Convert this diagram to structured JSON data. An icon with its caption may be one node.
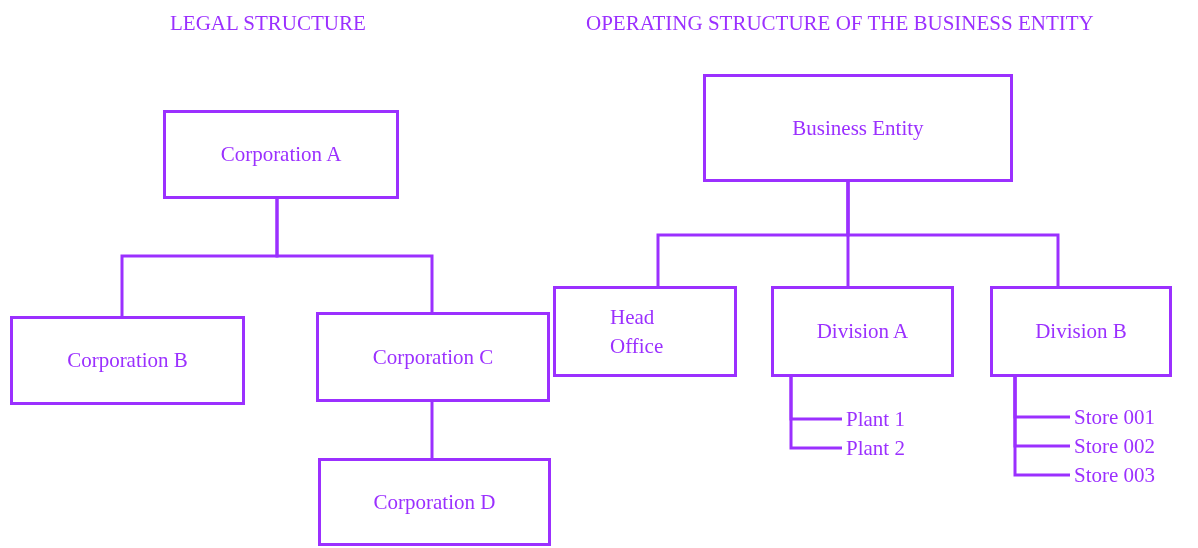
{
  "diagram": {
    "nodes": [
      {
        "text": [
          "Corporation A"
        ]
      },
      {
        "text": [
          "Corporation B"
        ]
      },
      {
        "text": [
          "Corporation C"
        ]
      },
      {
        "text": [
          "Corporation D"
        ]
      },
      {
        "text": [
          "Business Entity"
        ]
      },
      {
        "text": [
          "Head Office"
        ]
      },
      {
        "text": [
          "Division A"
        ]
      },
      {
        "text": [
          "Division B"
        ]
      },
      {
        "text": [
          "Plant 1"
        ]
      },
      {
        "text": [
          "Plant 2"
        ]
      },
      {
        "text": [
          "Store 001"
        ]
      },
      {
        "text": [
          "Store 002"
        ]
      },
      {
        "text": [
          "Store 003"
        ]
      }
    ],
    "edges": [
      {
        "from": 0,
        "to": 1,
        "arrow": "none"
      },
      {
        "from": 0,
        "to": 2,
        "arrow": "none"
      },
      {
        "from": 2,
        "to": 3,
        "arrow": "none"
      },
      {
        "from": 4,
        "to": 5,
        "arrow": "none"
      },
      {
        "from": 4,
        "to": 6,
        "arrow": "none"
      },
      {
        "from": 4,
        "to": 7,
        "arrow": "none"
      },
      {
        "from": 6,
        "to": 8,
        "arrow": "none"
      },
      {
        "from": 6,
        "to": 9,
        "arrow": "none"
      },
      {
        "from": 7,
        "to": 10,
        "arrow": "none"
      },
      {
        "from": 7,
        "to": 11,
        "arrow": "none"
      },
      {
        "from": 7,
        "to": 12,
        "arrow": "none"
      }
    ],
    "labels": [
      "LEGAL STRUCTURE",
      "OPERATING STRUCTURE OF THE BUSINESS ENTITY"
    ]
  }
}
